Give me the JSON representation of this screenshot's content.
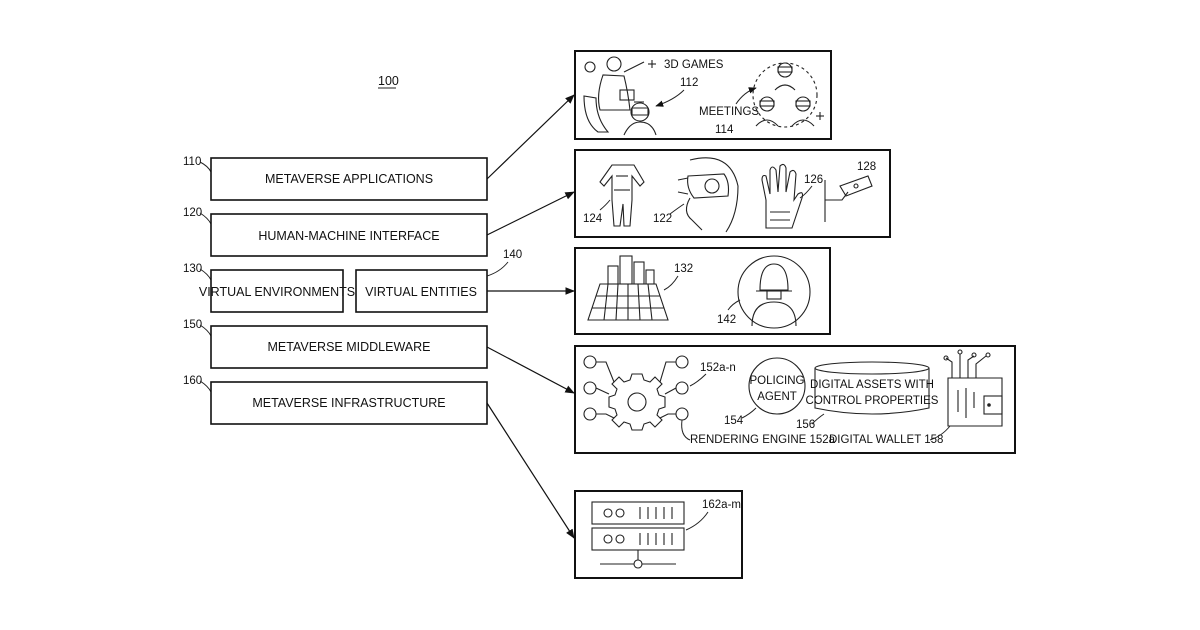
{
  "figure_ref": "100",
  "layers": [
    {
      "ref": "110",
      "label": "METAVERSE APPLICATIONS"
    },
    {
      "ref": "120",
      "label": "HUMAN-MACHINE INTERFACE"
    },
    {
      "ref": "130",
      "label": "VIRTUAL ENVIRONMENTS"
    },
    {
      "ref": "140",
      "label": "VIRTUAL ENTITIES"
    },
    {
      "ref": "150",
      "label": "METAVERSE MIDDLEWARE"
    },
    {
      "ref": "160",
      "label": "METAVERSE INFRASTRUCTURE"
    }
  ],
  "panels": {
    "applications": {
      "games_label": "3D GAMES",
      "games_ref": "112",
      "meetings_label": "MEETINGS",
      "meetings_ref": "114"
    },
    "interfaces": {
      "suit_ref": "124",
      "headset_ref": "122",
      "glove_ref": "126",
      "camera_ref": "128"
    },
    "environments": {
      "city_ref": "132",
      "avatar_ref": "142"
    },
    "middleware": {
      "engine_ref": "152a-n",
      "policing_line1": "POLICING",
      "policing_line2": "AGENT",
      "policing_ref": "154",
      "assets_line1": "DIGITAL ASSETS WITH",
      "assets_line2": "CONTROL PROPERTIES",
      "assets_ref": "156",
      "rendering_label": "RENDERING ENGINE 152a",
      "wallet_label": "DIGITAL WALLET 158"
    },
    "infrastructure": {
      "server_ref": "162a-m"
    }
  },
  "style": {
    "stroke": "#111111",
    "background": "#ffffff"
  }
}
